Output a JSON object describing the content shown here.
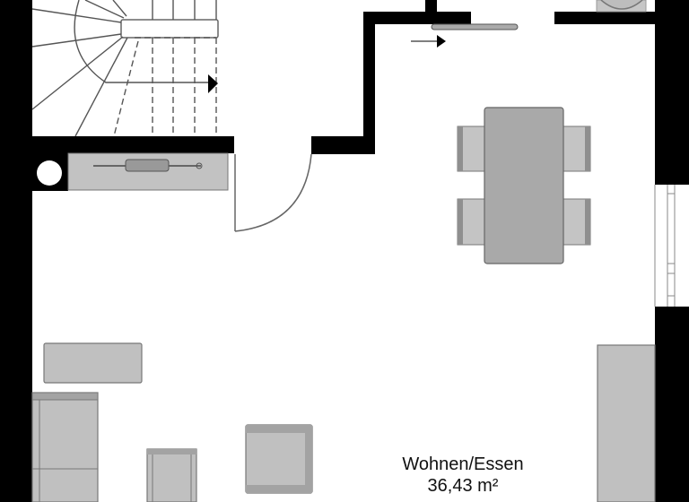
{
  "plan": {
    "type": "floor-plan",
    "room": {
      "name": "Wohnen/Essen",
      "area": "36,43 m²"
    },
    "colors": {
      "wall": "#000000",
      "furniture_fill": "#c0c0c0",
      "furniture_stroke": "#777777",
      "table_fill": "#a9a9a9",
      "chair_back": "#8f8f8f",
      "line": "#555555",
      "background": "#ffffff"
    },
    "elements": {
      "staircase": "spiral-stair",
      "dining_table": "dining-table",
      "chairs": 4,
      "sofa": "sofa",
      "coffee_table": "coffee-table",
      "armchairs": 2,
      "sideboard": "sideboard",
      "sliding_door": "sliding-door",
      "swing_door": "swing-door",
      "window": "window",
      "chimney": "chimney-flue",
      "radiator": "radiator"
    }
  }
}
